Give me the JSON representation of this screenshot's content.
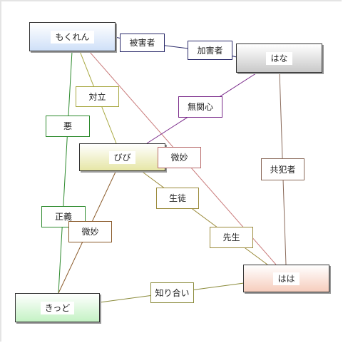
{
  "nodes": {
    "mokuren": {
      "label": "もくれん",
      "fill": "#dce9fb",
      "fill_dark": "#b9d2f5"
    },
    "hana": {
      "label": "はな",
      "fill": "#e6e6e6",
      "fill_dark": "#bdbdbd"
    },
    "bibi": {
      "label": "びび",
      "fill": "#f3f3c8",
      "fill_dark": "#dede8e"
    },
    "haha": {
      "label": "はは",
      "fill": "#fbe3da",
      "fill_dark": "#f2c0ad"
    },
    "kiddo": {
      "label": "きっど",
      "fill": "#dcf7dc",
      "fill_dark": "#b5ecb5"
    }
  },
  "edges": {
    "higaisha": {
      "label": "被害者",
      "color": "#2a2a6a"
    },
    "kagaisha": {
      "label": "加害者",
      "color": "#2a2a6a"
    },
    "tairitsu": {
      "label": "対立",
      "color": "#9a9a3a"
    },
    "mukanshin": {
      "label": "無関心",
      "color": "#7a2a8a"
    },
    "aku": {
      "label": "悪",
      "color": "#2d8a2d"
    },
    "seigi": {
      "label": "正義",
      "color": "#2d8a2d"
    },
    "bimyo1": {
      "label": "微妙",
      "color": "#b86a6a"
    },
    "bimyo2": {
      "label": "微妙",
      "color": "#8a5a2a"
    },
    "kyohansha": {
      "label": "共犯者",
      "color": "#8a6a5a"
    },
    "seito": {
      "label": "生徒",
      "color": "#9a8a3a"
    },
    "sensei": {
      "label": "先生",
      "color": "#9a8a3a"
    },
    "shiriai": {
      "label": "知り合い",
      "color": "#8a8a3a"
    }
  }
}
